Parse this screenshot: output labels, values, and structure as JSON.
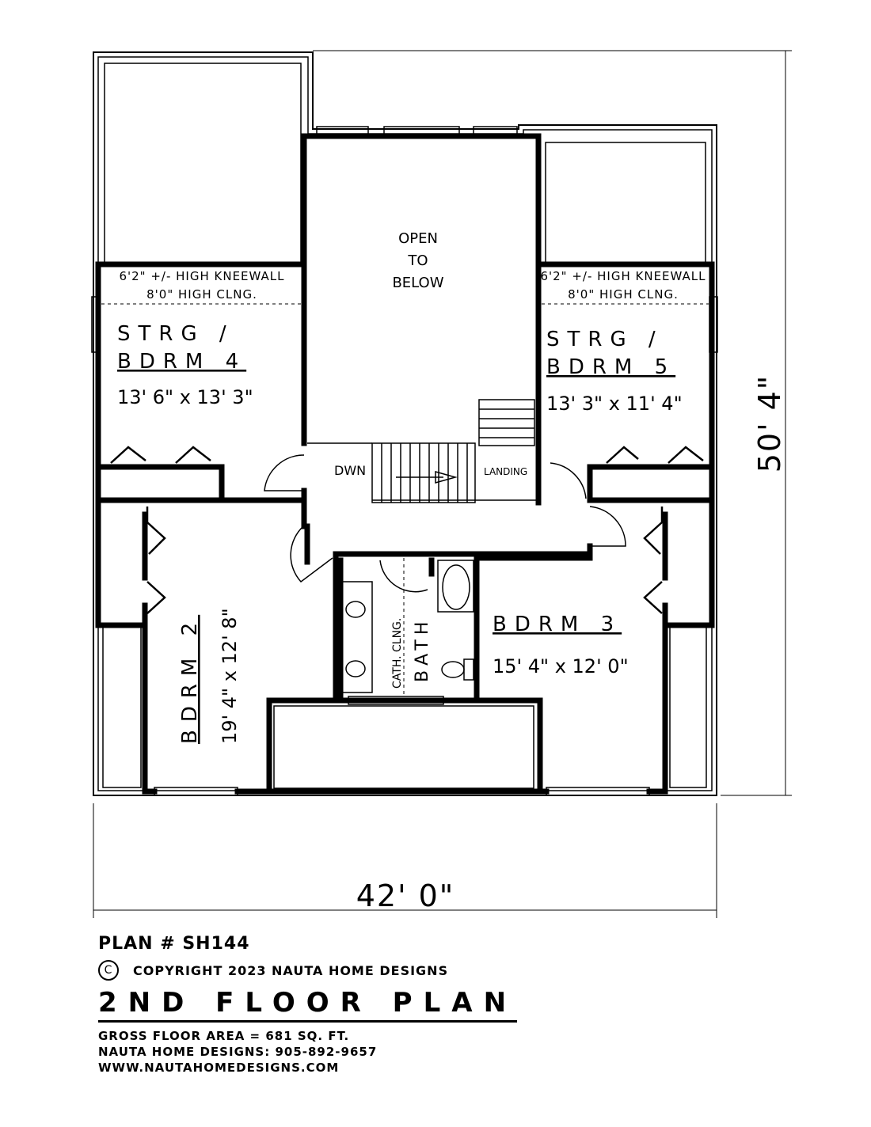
{
  "rooms": {
    "open_below": [
      "OPEN",
      "TO",
      "BELOW"
    ],
    "strg4": {
      "line1": "STRG /",
      "line2": "BDRM 4",
      "dims": "13' 6\" x 13' 3\""
    },
    "strg5": {
      "line1": "STRG /",
      "line2": "BDRM 5",
      "dims": "13' 3\" x 11' 4\""
    },
    "kneewall_left": {
      "line1": "6'2\" +/- HIGH KNEEWALL",
      "line2": "8'0\" HIGH CLNG."
    },
    "kneewall_right": {
      "line1": "6'2\" +/- HIGH KNEEWALL",
      "line2": "8'0\" HIGH CLNG."
    },
    "bdrm2": {
      "name": "BDRM 2",
      "dims": "19' 4\" x 12' 8\""
    },
    "bdrm3": {
      "name": "BDRM 3",
      "dims": "15' 4\" x 12' 0\""
    },
    "bath": {
      "name": "BATH",
      "note": "CATH. CLNG."
    },
    "stair": {
      "down": "DWN",
      "landing": "LANDING"
    }
  },
  "dimensions": {
    "width": "42' 0\"",
    "depth": "50' 4\""
  },
  "title_block": {
    "plan_number": "PLAN # SH144",
    "copyright_symbol": "C",
    "copyright": "COPYRIGHT 2023 NAUTA HOME DESIGNS",
    "title": "2ND FLOOR PLAN",
    "area": "GROSS FLOOR AREA = 681 SQ. FT.",
    "phone": "NAUTA HOME DESIGNS: 905-892-9657",
    "website": "WWW.NAUTAHOMEDESIGNS.COM"
  }
}
